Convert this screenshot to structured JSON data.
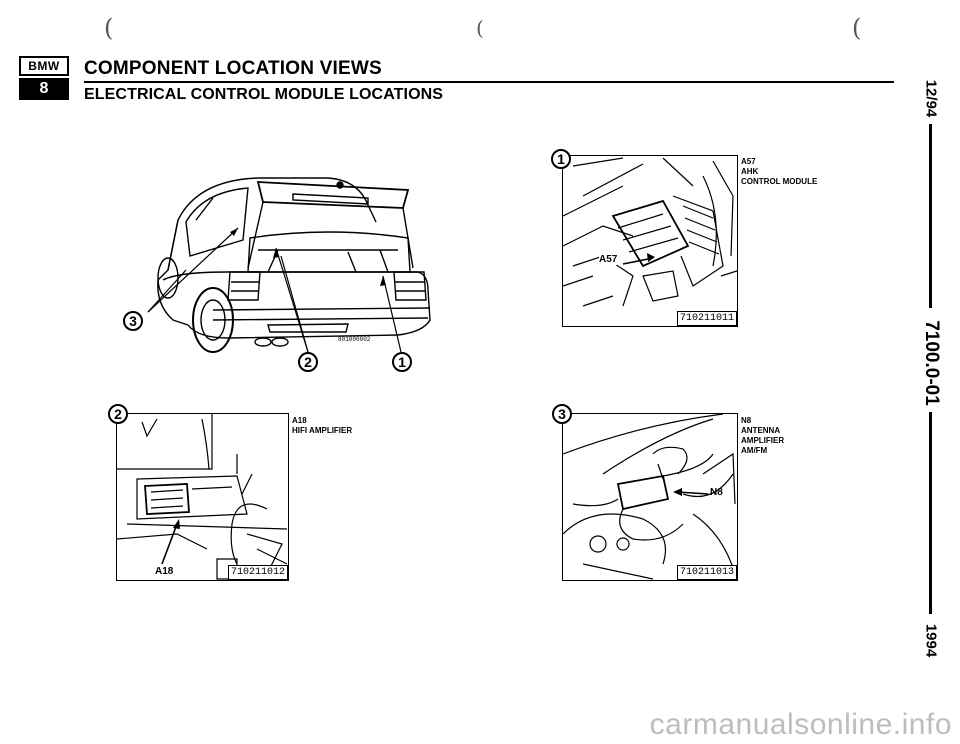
{
  "header": {
    "logo_top": "BMW",
    "logo_bottom": "8",
    "title": "COMPONENT LOCATION VIEWS",
    "subtitle": "ELECTRICAL CONTROL MODULE LOCATIONS"
  },
  "margin": {
    "date": "12/94",
    "section": "7100.0-01",
    "year": "1994"
  },
  "overview": {
    "figure_number": "801000002",
    "callouts": [
      "3",
      "2",
      "1"
    ]
  },
  "panels": [
    {
      "id": "1",
      "callout": "A57",
      "caption_lines": [
        "A57",
        "AHK",
        "CONTROL MODULE"
      ],
      "figure_number": "710211011"
    },
    {
      "id": "2",
      "callout": "A18",
      "caption_lines": [
        "A18",
        "HIFI AMPLIFIER"
      ],
      "figure_number": "710211012"
    },
    {
      "id": "3",
      "callout": "N8",
      "caption_lines": [
        "N8",
        "ANTENNA",
        "AMPLIFIER",
        "AM/FM"
      ],
      "figure_number": "710211013"
    }
  ],
  "watermark": "carmanualsonline.info"
}
